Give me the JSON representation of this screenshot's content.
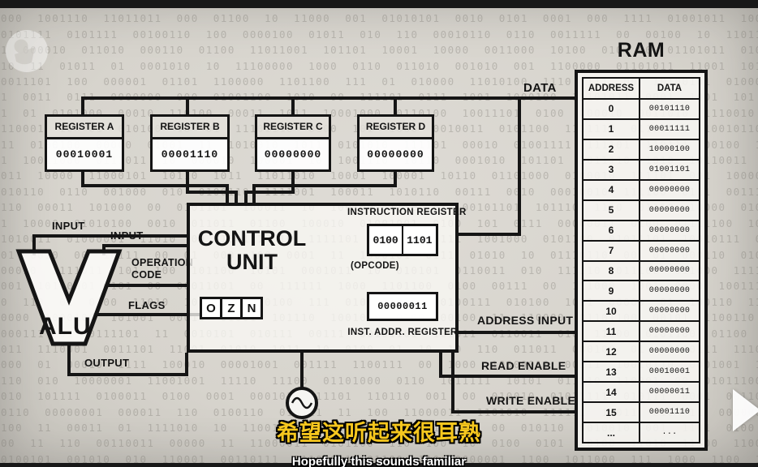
{
  "icons": {
    "clock": "sine-wave",
    "next_button": "play-triangle",
    "pbs_logo": "pbs-head-circle"
  },
  "colors": {
    "wire": "#151515",
    "subtitle_yellow": "#f6c71e",
    "background": "#d8d5cf"
  },
  "labels": {
    "data_bus": "DATA",
    "address_input": "ADDRESS INPUT",
    "read_enable": "READ ENABLE",
    "write_enable": "WRITE ENABLE",
    "input_top": "INPUT",
    "input_second": "INPUT",
    "operation_code_line1": "OPERATION",
    "operation_code_line2": "CODE",
    "flags": "FLAGS",
    "output": "OUTPUT"
  },
  "alu": {
    "title": "ALU"
  },
  "control_unit": {
    "title_line1": "CONTROL",
    "title_line2": "UNIT",
    "instruction_register_label": "INSTRUCTION REGISTER",
    "instruction_register_opcode": "0100",
    "instruction_register_operand": "1101",
    "opcode_caption": "(OPCODE)",
    "inst_addr_register_value": "00000011",
    "inst_addr_register_label": "INST. ADDR. REGISTER",
    "flags_cells": [
      "O",
      "Z",
      "N"
    ]
  },
  "registers": [
    {
      "label": "REGISTER A",
      "value": "00010001"
    },
    {
      "label": "REGISTER B",
      "value": "00001110"
    },
    {
      "label": "REGISTER C",
      "value": "00000000"
    },
    {
      "label": "REGISTER D",
      "value": "00000000"
    }
  ],
  "ram": {
    "title": "RAM",
    "columns": [
      "ADDRESS",
      "DATA"
    ],
    "rows": [
      [
        "0",
        "00101110"
      ],
      [
        "1",
        "00011111"
      ],
      [
        "2",
        "10000100"
      ],
      [
        "3",
        "01001101"
      ],
      [
        "4",
        "00000000"
      ],
      [
        "5",
        "00000000"
      ],
      [
        "6",
        "00000000"
      ],
      [
        "7",
        "00000000"
      ],
      [
        "8",
        "00000000"
      ],
      [
        "9",
        "00000000"
      ],
      [
        "10",
        "00000000"
      ],
      [
        "11",
        "00000000"
      ],
      [
        "12",
        "00000000"
      ],
      [
        "13",
        "00010001"
      ],
      [
        "14",
        "00000011"
      ],
      [
        "15",
        "00001110"
      ],
      [
        "...",
        "..."
      ]
    ]
  },
  "subtitles": {
    "zh": "希望这听起来很耳熟",
    "en": "Hopefully this sounds familiar"
  }
}
